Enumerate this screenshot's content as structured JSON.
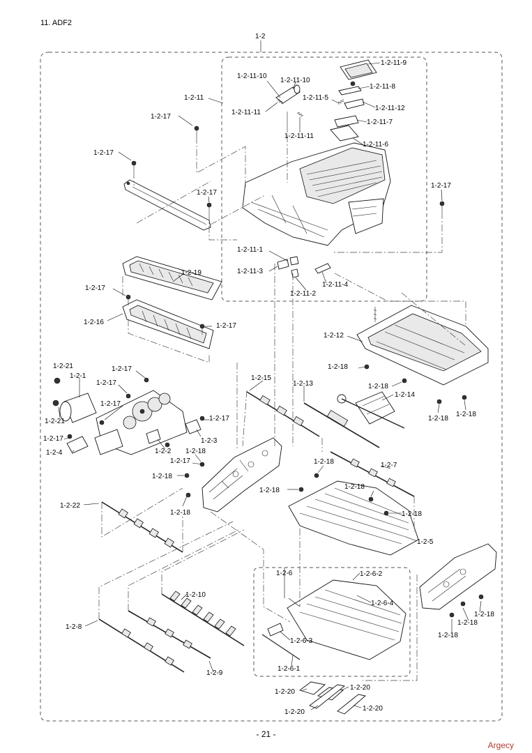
{
  "section_title": "11. ADF2",
  "page_number": "- 21 -",
  "watermark": "Argecy",
  "labels": {
    "l_1_2": "1-2",
    "l_1_2_11": "1-2-11",
    "l_1_2_11_9": "1-2-11-9",
    "l_1_2_11_10a": "1-2-11-10",
    "l_1_2_11_10b": "1-2-11-10",
    "l_1_2_11_8": "1-2-11-8",
    "l_1_2_11_5": "1-2-11-5",
    "l_1_2_11_12": "1-2-11-12",
    "l_1_2_11_11a": "1-2-11-11",
    "l_1_2_11_11b": "1-2-11-11",
    "l_1_2_11_7": "1-2-11-7",
    "l_1_2_11_6": "1-2-11-6",
    "l_1_2_11_1": "1-2-11-1",
    "l_1_2_11_3": "1-2-11-3",
    "l_1_2_11_2": "1-2-11-2",
    "l_1_2_11_4": "1-2-11-4",
    "l_1_2_17a": "1-2-17",
    "l_1_2_17b": "1-2-17",
    "l_1_2_17c": "1-2-17",
    "l_1_2_17d": "1-2-17",
    "l_1_2_17e": "1-2-17",
    "l_1_2_17f": "1-2-17",
    "l_1_2_17g": "1-2-17",
    "l_1_2_17h": "1-2-17",
    "l_1_2_17i": "1-2-17",
    "l_1_2_17j": "1-2-17",
    "l_1_2_17k": "1-2-17",
    "l_1_2_17l": "1-2-17",
    "l_1_2_17m": "1-2-17",
    "l_1_2_19": "1-2-19",
    "l_1_2_16": "1-2-16",
    "l_1_2_12": "1-2-12",
    "l_1_2_18a": "1-2-18",
    "l_1_2_18b": "1-2-18",
    "l_1_2_18c": "1-2-18",
    "l_1_2_18d": "1-2-18",
    "l_1_2_18e": "1-2-18",
    "l_1_2_18f": "1-2-18",
    "l_1_2_18g": "1-2-18",
    "l_1_2_18h": "1-2-18",
    "l_1_2_18i": "1-2-18",
    "l_1_2_18j": "1-2-18",
    "l_1_2_18k": "1-2-18",
    "l_1_2_18l": "1-2-18",
    "l_1_2_18m": "1-2-18",
    "l_1_2_18n": "1-2-18",
    "l_1_2_18o": "1-2-18",
    "l_1_2_21a": "1-2-21",
    "l_1_2_21b": "1-2-21",
    "l_1_2_1": "1-2-1",
    "l_1_2_15": "1-2-15",
    "l_1_2_13": "1-2-13",
    "l_1_2_14": "1-2-14",
    "l_1_2_3": "1-2-3",
    "l_1_2_2": "1-2-2",
    "l_1_2_4": "1-2-4",
    "l_1_2_7": "1-2-7",
    "l_1_2_22": "1-2-22",
    "l_1_2_5": "1-2-5",
    "l_1_2_6": "1-2-6",
    "l_1_2_6_2": "1-2-6-2",
    "l_1_2_6_4": "1-2-6-4",
    "l_1_2_6_3": "1-2-6-3",
    "l_1_2_6_1": "1-2-6-1",
    "l_1_2_10": "1-2-10",
    "l_1_2_8": "1-2-8",
    "l_1_2_9": "1-2-9",
    "l_1_2_20a": "1-2-20",
    "l_1_2_20b": "1-2-20",
    "l_1_2_20c": "1-2-20",
    "l_1_2_20d": "1-2-20"
  }
}
